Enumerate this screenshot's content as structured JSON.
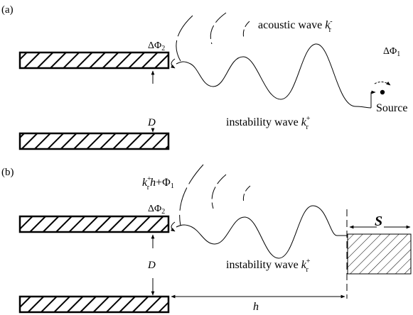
{
  "panel_a": {
    "label": "(a)",
    "delta_phi2": "ΔΦ",
    "delta_phi2_sub": "2",
    "delta_phi1": "ΔΦ",
    "delta_phi1_sub": "1",
    "acoustic_text": "acoustic wave ",
    "k": "k",
    "sub_r": "r",
    "sup_minus": "-",
    "sup_plus": "+",
    "instability_text": "instability wave ",
    "source": "Source",
    "D": "D"
  },
  "panel_b": {
    "label": "(b)",
    "phase_k": "k",
    "phase_sup": "+",
    "phase_sub": "r",
    "phase_h": "h",
    "phase_rest": "+Φ",
    "phase_sub1": "1",
    "delta_phi2": "ΔΦ",
    "delta_phi2_sub": "2",
    "instability_text": "instability wave ",
    "k": "k",
    "sub_r": "r",
    "sup_plus": "+",
    "D": "D",
    "h": "h",
    "S": "S"
  }
}
